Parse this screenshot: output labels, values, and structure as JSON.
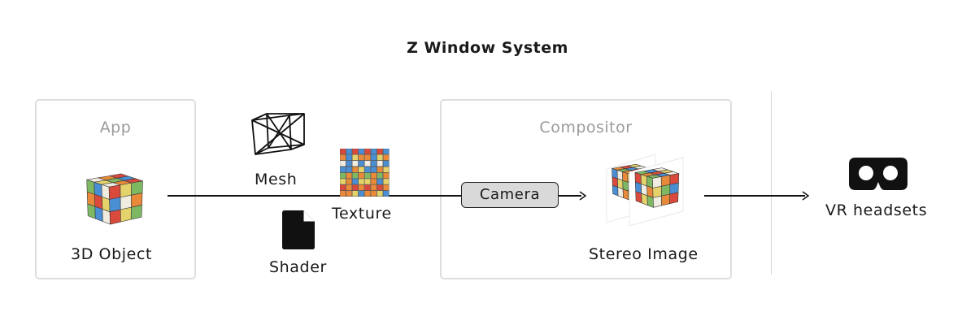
{
  "title": "Z Window System",
  "panels": {
    "app": {
      "label": "App"
    },
    "compositor": {
      "label": "Compositor"
    }
  },
  "nodes": {
    "object": {
      "label": "3D Object",
      "icon": "rubiks-cube-icon"
    },
    "mesh": {
      "label": "Mesh",
      "icon": "wireframe-cube-icon"
    },
    "texture": {
      "label": "Texture",
      "icon": "texture-grid-icon"
    },
    "shader": {
      "label": "Shader",
      "icon": "document-icon"
    },
    "camera": {
      "label": "Camera"
    },
    "stereo": {
      "label": "Stereo Image",
      "icon": "stereo-pair-icon"
    },
    "headset": {
      "label": "VR headsets",
      "icon": "vr-headset-icon"
    }
  },
  "colors": {
    "panel_border": "#dedede",
    "panel_label": "#9a9a9a",
    "camera_fill": "#d9d9d9",
    "line": "#111111"
  }
}
